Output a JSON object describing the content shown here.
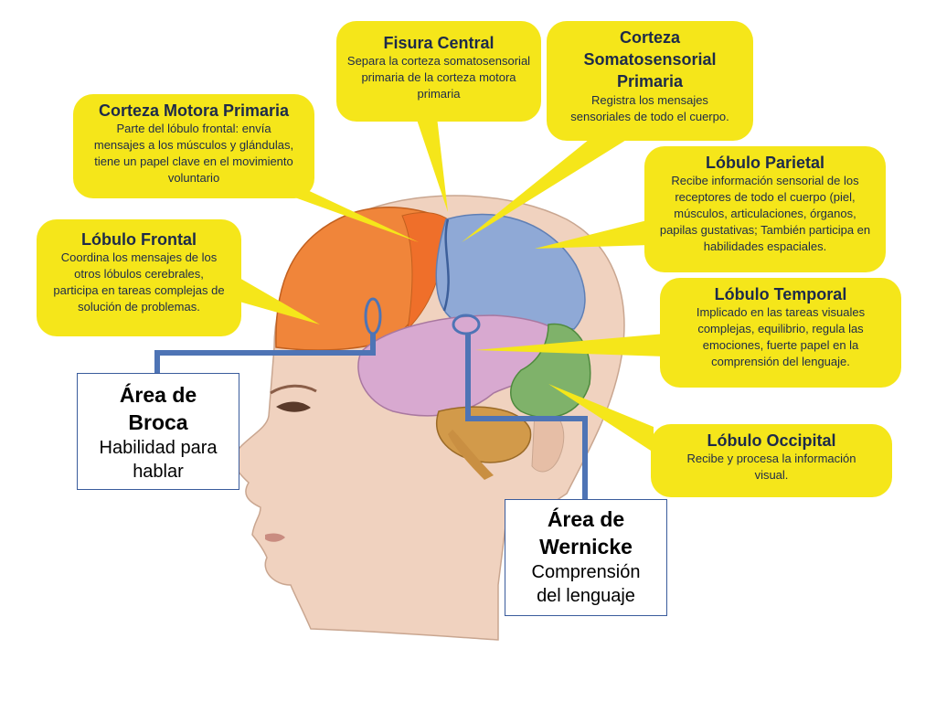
{
  "colors": {
    "bubble": "#f5e61a",
    "frontal": "#f0853a",
    "parietal": "#8fa9d6",
    "temporal": "#d8a9d0",
    "occipital": "#7fb26a",
    "cerebellum": "#d29a4a",
    "connector": "#4e74b5",
    "skin": "#f0d2bf"
  },
  "callouts": {
    "fisura_central": {
      "title": "Fisura Central",
      "desc": "Separa la corteza somatosensorial primaria de la corteza motora primaria"
    },
    "corteza_somatosensorial": {
      "title": "Corteza Somatosensorial Primaria",
      "desc": "Registra los mensajes sensoriales de todo el cuerpo."
    },
    "corteza_motora": {
      "title": "Corteza Motora Primaria",
      "desc": "Parte del lóbulo frontal: envía mensajes a los músculos y glándulas, tiene un papel clave en el movimiento voluntario"
    },
    "lobulo_parietal": {
      "title": "Lóbulo Parietal",
      "desc": "Recibe información sensorial de los receptores de todo el cuerpo (piel, músculos, articulaciones, órganos, papilas gustativas; También participa en habilidades espaciales."
    },
    "lobulo_frontal": {
      "title": "Lóbulo Frontal",
      "desc": "Coordina los mensajes de los otros lóbulos cerebrales, participa en tareas complejas de solución de problemas."
    },
    "lobulo_temporal": {
      "title": "Lóbulo Temporal",
      "desc": "Implicado en las tareas visuales complejas, equilibrio, regula las emociones, fuerte papel en la comprensión del lenguaje."
    },
    "lobulo_occipital": {
      "title": "Lóbulo Occipital",
      "desc": "Recibe y procesa la información visual."
    }
  },
  "areas": {
    "broca": {
      "title": "Área de Broca",
      "desc": "Habilidad para hablar"
    },
    "wernicke": {
      "title": "Área de Wernicke",
      "desc": "Comprensión del lenguaje"
    }
  }
}
